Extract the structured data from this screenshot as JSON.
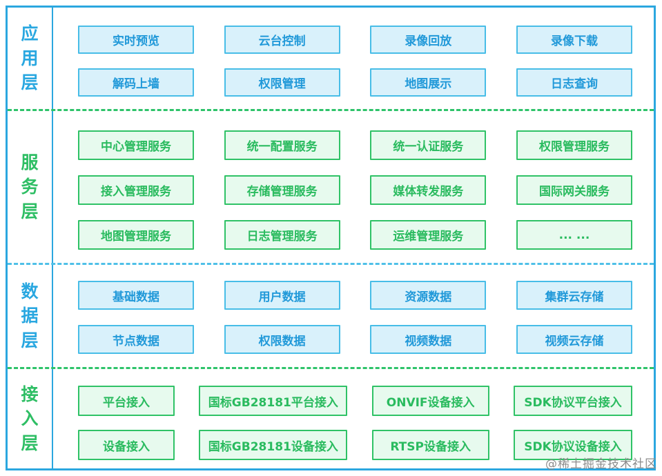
{
  "colors": {
    "frame_border": "#2BA7DF",
    "dashed_green": "#2EC36A",
    "dashed_blue": "#4FC0E8",
    "blue_box_border": "#47BDE7",
    "blue_box_fill": "#D9F1FB",
    "blue_text": "#2199D9",
    "green_box_border": "#2FC266",
    "green_box_fill": "#E7FAEE",
    "green_text": "#2ABB5F"
  },
  "layers": [
    {
      "label": "应用层",
      "theme": "blue",
      "rows": [
        [
          "实时预览",
          "云台控制",
          "录像回放",
          "录像下载"
        ],
        [
          "解码上墙",
          "权限管理",
          "地图展示",
          "日志查询"
        ]
      ]
    },
    {
      "label": "服务层",
      "theme": "green",
      "rows": [
        [
          "中心管理服务",
          "统一配置服务",
          "统一认证服务",
          "权限管理服务"
        ],
        [
          "接入管理服务",
          "存储管理服务",
          "媒体转发服务",
          "国际网关服务"
        ],
        [
          "地图管理服务",
          "日志管理服务",
          "运维管理服务",
          "... ..."
        ]
      ]
    },
    {
      "label": "数据层",
      "theme": "blue",
      "rows": [
        [
          "基础数据",
          "用户数据",
          "资源数据",
          "集群云存储"
        ],
        [
          "节点数据",
          "权限数据",
          "视频数据",
          "视频云存储"
        ]
      ]
    },
    {
      "label": "接入层",
      "theme": "green",
      "rows": [
        [
          "平台接入",
          "国标GB28181平台接入",
          "ONVIF设备接入",
          "SDK协议平台接入"
        ],
        [
          "设备接入",
          "国标GB28181设备接入",
          "RTSP设备接入",
          "SDK协议设备接入"
        ]
      ]
    }
  ],
  "watermark": "@稀土掘金技术社区"
}
